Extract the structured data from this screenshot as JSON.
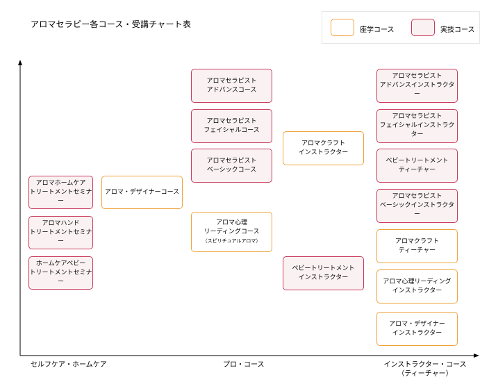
{
  "title": "アロマセラピー各コース・受講チャート表",
  "legend": {
    "lecture": "座学コース",
    "practice": "実技コース"
  },
  "categories": {
    "self_care": "セルフケア・ホームケア",
    "pro": "プロ・コース",
    "instructor": "インストラクター・コース",
    "instructor_sub": "（ティーチャー）"
  },
  "nodes": {
    "home_care": {
      "type": "practice",
      "lines": [
        "アロマホームケア",
        "トリートメントセミナー"
      ]
    },
    "hand": {
      "type": "practice",
      "lines": [
        "アロマハンド",
        "トリートメントセミナー"
      ]
    },
    "home_care_baby": {
      "type": "practice",
      "lines": [
        "ホームケアベビー",
        "トリートメントセミナー"
      ]
    },
    "designer": {
      "type": "lecture",
      "lines": [
        "アロマ・デザイナーコース"
      ]
    },
    "therapist_advance": {
      "type": "practice",
      "lines": [
        "アロマセラピスト",
        "アドバンスコース"
      ]
    },
    "therapist_facial": {
      "type": "practice",
      "lines": [
        "アロマセラピスト",
        "フェイシャルコース"
      ]
    },
    "therapist_basic": {
      "type": "practice",
      "lines": [
        "アロマセラピスト",
        "ベーシックコース"
      ]
    },
    "psych_reading": {
      "type": "lecture",
      "lines": [
        "アロマ心理",
        "リーディングコース"
      ],
      "sub": "（スピリチュアルアロマ）"
    },
    "craft_instructor": {
      "type": "lecture",
      "lines": [
        "アロマクラフト",
        "インストラクター"
      ]
    },
    "baby_instructor": {
      "type": "practice",
      "lines": [
        "ベビートリートメント",
        "インストラクター"
      ]
    },
    "advance_instructor": {
      "type": "practice",
      "lines": [
        "アロマセラピスト",
        "アドバンスインストラクター"
      ]
    },
    "facial_instructor": {
      "type": "practice",
      "lines": [
        "アロマセラピスト",
        "フェイシャルインストラクター"
      ]
    },
    "baby_teacher": {
      "type": "practice",
      "lines": [
        "ベビートリートメント",
        "ティーチャー"
      ]
    },
    "basic_instructor": {
      "type": "practice",
      "lines": [
        "アロマセラピスト",
        "ベーシックインストラクター"
      ]
    },
    "craft_teacher": {
      "type": "lecture",
      "lines": [
        "アロマクラフト",
        "ティーチャー"
      ]
    },
    "psych_instructor": {
      "type": "lecture",
      "lines": [
        "アロマ心理リーディング",
        "インストラクター"
      ]
    },
    "designer_instructor": {
      "type": "lecture",
      "lines": [
        "アロマ・デザイナー",
        "インストラクター"
      ]
    }
  }
}
